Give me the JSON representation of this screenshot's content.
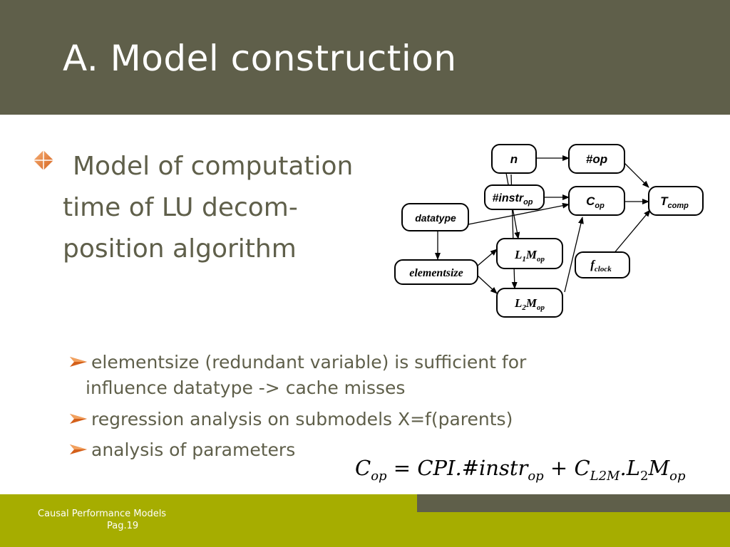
{
  "slide": {
    "title": "A. Model construction",
    "main_bullet": {
      "lines": [
        "Model of computation",
        "time of LU decom-",
        "position algorithm"
      ]
    },
    "sub_bullets": [
      {
        "line1": "elementsize (redundant variable) is sufficient for",
        "line2": "influence datatype -> cache misses"
      },
      {
        "line1": "regression analysis on submodels  X=f(parents)"
      },
      {
        "line1": "analysis of parameters"
      }
    ],
    "formula": {
      "lhs_base": "C",
      "lhs_sub": "op",
      "eq": " = ",
      "term1": "CPI.#instr",
      "term1_sub": "op",
      "plus": " + ",
      "term2": "C",
      "term2_sub": "L2M",
      "term3": ".L",
      "term3_sub": "2",
      "term3_rest": "M",
      "term3_sub2": "op"
    },
    "footer": {
      "title": "Causal Performance Models",
      "page": "Pag.19"
    },
    "colors": {
      "header": "#5f5f4a",
      "text": "#5f5f4a",
      "footer_green": "#a6ad00",
      "bullet_orange": "#e07b1f"
    }
  },
  "diagram": {
    "nodes": {
      "n": "n",
      "op": "#op",
      "instr_base": "#instr",
      "instr_sub": "op",
      "cop_base": "C",
      "cop_sub": "op",
      "tcomp_base": "T",
      "tcomp_sub": "comp",
      "datatype": "datatype",
      "l1m_a": "L",
      "l1m_b": "1",
      "l1m_c": "M",
      "l1m_d": "op",
      "elementsize": "elementsize",
      "fclock_base": "f",
      "fclock_sub": "clock",
      "l2m_a": "L",
      "l2m_b": "2",
      "l2m_c": "M",
      "l2m_d": "op"
    }
  }
}
